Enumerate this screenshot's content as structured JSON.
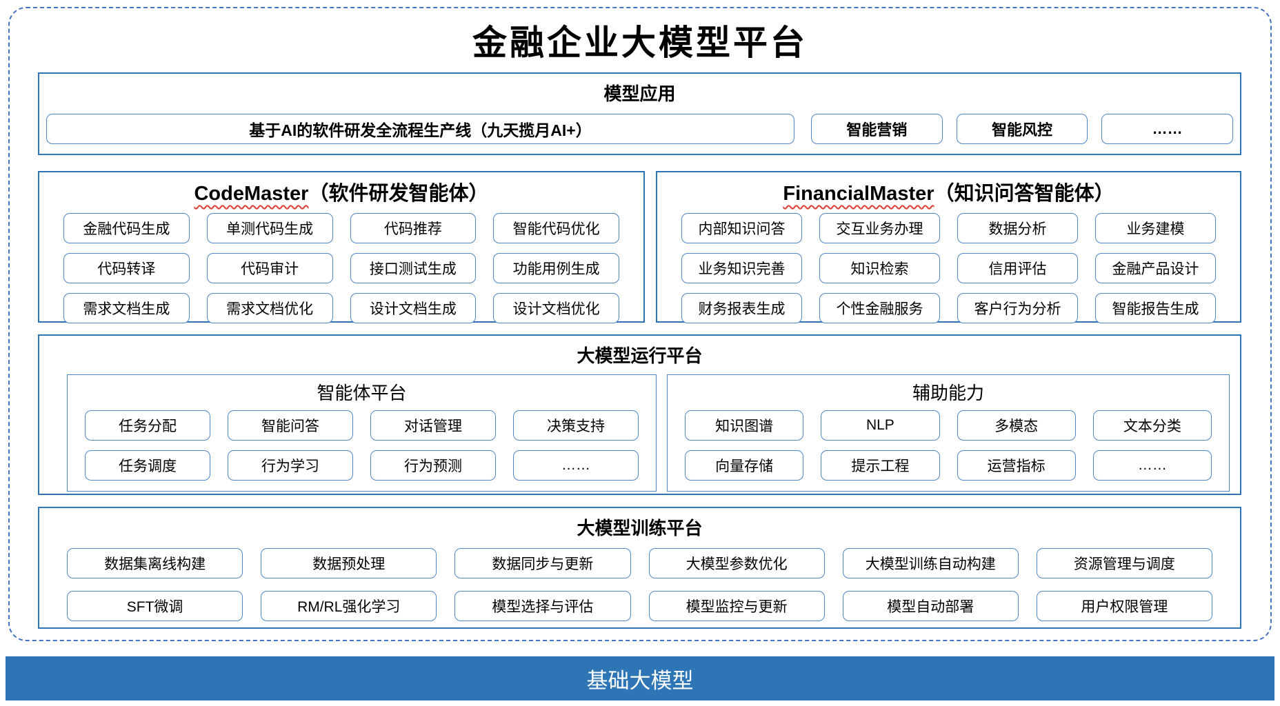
{
  "title": "金融企业大模型平台",
  "colors": {
    "frame_dashed": "#4472C4",
    "section_border": "#2E74B5",
    "item_border": "#4E86C6",
    "foundation_bg": "#2E75B6",
    "squiggle_red": "#E03C31",
    "text": "#000000"
  },
  "model_app": {
    "title": "模型应用",
    "wide_item": "基于AI的软件研发全流程生产线（九天揽月AI+）",
    "items": [
      "智能营销",
      "智能风控",
      "……"
    ]
  },
  "code_master": {
    "title_en": "CodeMaster",
    "title_zh": "（软件研发智能体）",
    "items": [
      "金融代码生成",
      "单测代码生成",
      "代码推荐",
      "智能代码优化",
      "代码转译",
      "代码审计",
      "接口测试生成",
      "功能用例生成",
      "需求文档生成",
      "需求文档优化",
      "设计文档生成",
      "设计文档优化"
    ]
  },
  "financial_master": {
    "title_en": "FinancialMaster",
    "title_zh": "（知识问答智能体）",
    "items": [
      "内部知识问答",
      "交互业务办理",
      "数据分析",
      "业务建模",
      "业务知识完善",
      "知识检索",
      "信用评估",
      "金融产品设计",
      "财务报表生成",
      "个性金融服务",
      "客户行为分析",
      "智能报告生成"
    ]
  },
  "runtime": {
    "title": "大模型运行平台",
    "agent_platform": {
      "title": "智能体平台",
      "items": [
        "任务分配",
        "智能问答",
        "对话管理",
        "决策支持",
        "任务调度",
        "行为学习",
        "行为预测",
        "……"
      ]
    },
    "aux_ability": {
      "title": "辅助能力",
      "items": [
        "知识图谱",
        "NLP",
        "多模态",
        "文本分类",
        "向量存储",
        "提示工程",
        "运营指标",
        "……"
      ]
    }
  },
  "training": {
    "title": "大模型训练平台",
    "items": [
      "数据集离线构建",
      "数据预处理",
      "数据同步与更新",
      "大模型参数优化",
      "大模型训练自动构建",
      "资源管理与调度",
      "SFT微调",
      "RM/RL强化学习",
      "模型选择与评估",
      "模型监控与更新",
      "模型自动部署",
      "用户权限管理"
    ]
  },
  "foundation": {
    "title": "基础大模型"
  }
}
